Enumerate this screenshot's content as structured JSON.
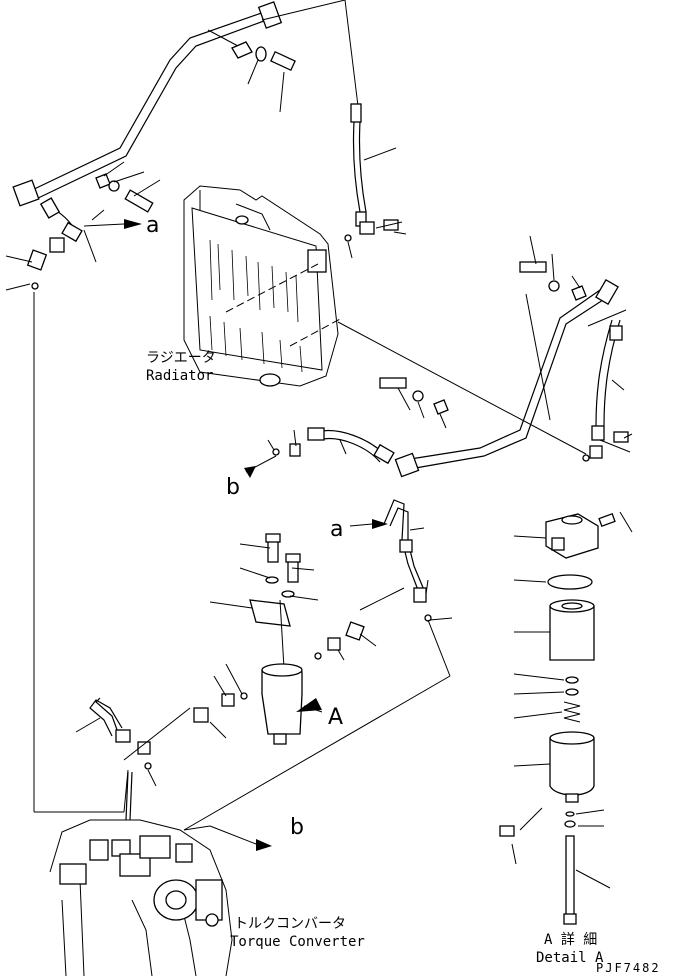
{
  "labels": {
    "radiator_jp": "ラジエータ",
    "radiator_en": "Radiator",
    "converter_jp": "トルクコンバータ",
    "converter_en": "Torque Converter",
    "detail_jp": "A 詳 細",
    "detail_en": "Detail A",
    "callout_a_top": "a",
    "callout_a_mid": "a",
    "callout_b_left": "b",
    "callout_b_bottom": "b",
    "view_A": "A",
    "drawing_code": "PJF7482"
  }
}
